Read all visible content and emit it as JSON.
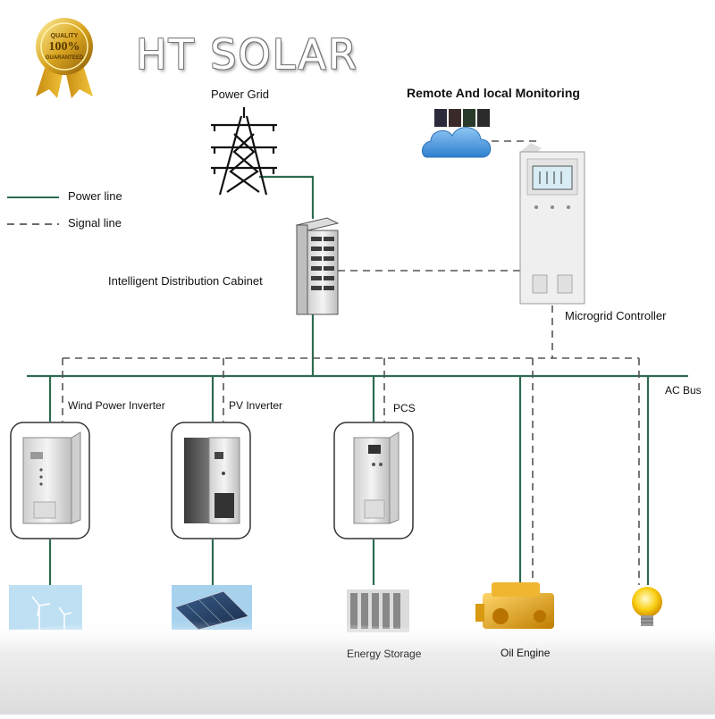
{
  "brand": {
    "name": "HT SOLAR",
    "badge": {
      "top": "QUALITY",
      "middle": "100%",
      "bottom": "GUARANTEED"
    }
  },
  "legend": {
    "power_line": "Power line",
    "signal_line": "Signal line"
  },
  "nodes": {
    "power_grid": "Power Grid",
    "monitoring": "Remote And local Monitoring",
    "distribution_cabinet": "Intelligent Distribution Cabinet",
    "microgrid_controller": "Microgrid Controller",
    "ac_bus": "AC Bus",
    "wind_inverter": "Wind Power Inverter",
    "pv_inverter": "PV Inverter",
    "pcs": "PCS",
    "energy_storage": "Energy Storage",
    "oil_engine": "Oil Engine"
  },
  "colors": {
    "power_line": "#2e6b4f",
    "signal_line": "#555555",
    "cabinet": "#e8e8e8",
    "cloud": "#3f8fd8",
    "engine": "#e0a020",
    "bulb": "#f5c400"
  }
}
